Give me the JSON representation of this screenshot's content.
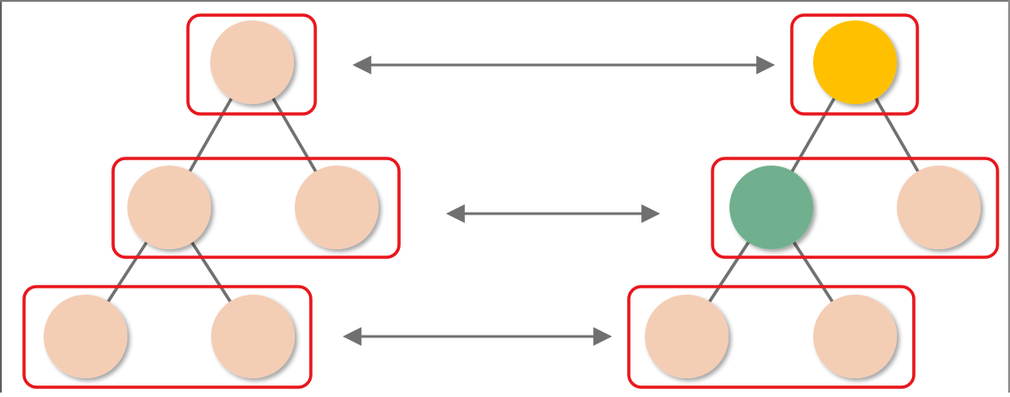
{
  "colors": {
    "node_default": "#F4CDB5",
    "node_highlight_root": "#FFC000",
    "node_highlight_child": "#6FB08E",
    "level_box_border": "#E8161C",
    "edge": "#707070",
    "arrow": "#707070"
  },
  "trees": [
    {
      "name": "left-tree",
      "levels": [
        {
          "name": "level-1",
          "nodes": [
            "node_default"
          ]
        },
        {
          "name": "level-2",
          "nodes": [
            "node_default",
            "node_default"
          ]
        },
        {
          "name": "level-3",
          "nodes": [
            "node_default",
            "node_default"
          ]
        }
      ]
    },
    {
      "name": "right-tree",
      "levels": [
        {
          "name": "level-1",
          "nodes": [
            "node_highlight_root"
          ]
        },
        {
          "name": "level-2",
          "nodes": [
            "node_highlight_child",
            "node_default"
          ]
        },
        {
          "name": "level-3",
          "nodes": [
            "node_default",
            "node_default"
          ]
        }
      ]
    }
  ],
  "arrows": [
    {
      "name": "level-1-correspondence",
      "style": "double-headed"
    },
    {
      "name": "level-2-correspondence",
      "style": "double-headed"
    },
    {
      "name": "level-3-correspondence",
      "style": "double-headed"
    }
  ]
}
